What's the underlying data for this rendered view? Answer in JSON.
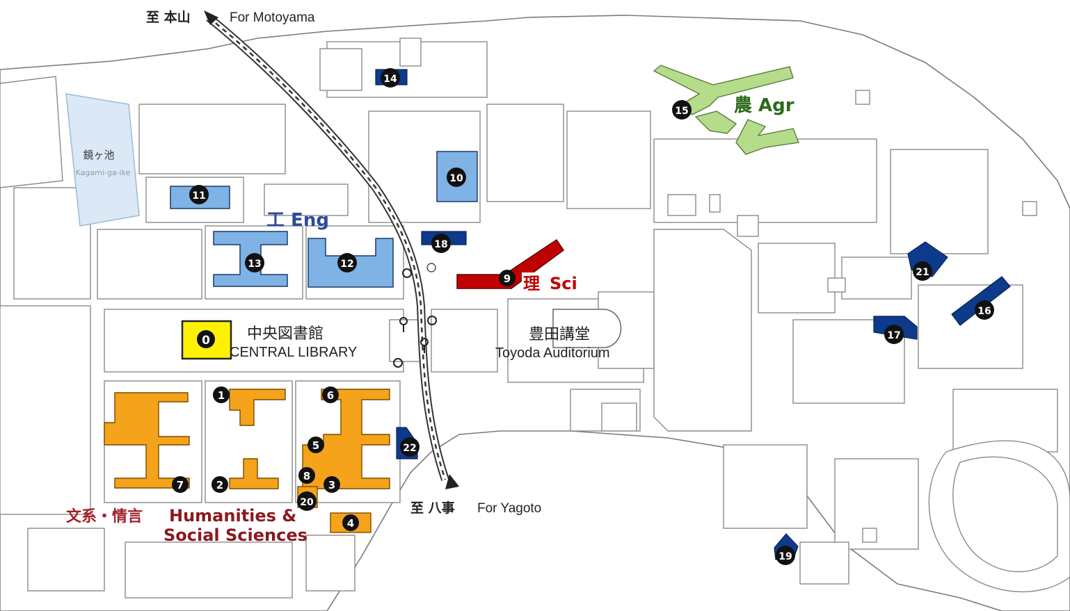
{
  "directions": {
    "north_jp": "至 本山",
    "north_en": "For Motoyama",
    "south_jp": "至 八事",
    "south_en": "For Yagoto"
  },
  "pond": {
    "jp": "鏡ヶ池",
    "en": "Kagami-ga-ike"
  },
  "areas": {
    "eng": "工  Eng",
    "sci_jp": "理",
    "sci_en": "Sci",
    "agr": "農  Agr",
    "hum_jp": "文系・情言",
    "hum_en_1": "Humanities &",
    "hum_en_2": "Social Sciences"
  },
  "library": {
    "jp": "中央図書館",
    "en": "CENTRAL LIBRARY"
  },
  "auditorium": {
    "jp": "豊田講堂",
    "en": "Toyoda Auditorium"
  },
  "markers": {
    "m0": "0",
    "m1": "1",
    "m2": "2",
    "m3": "3",
    "m4": "4",
    "m5": "5",
    "m6": "6",
    "m7": "7",
    "m8": "8",
    "m9": "9",
    "m10": "10",
    "m11": "11",
    "m12": "12",
    "m13": "13",
    "m14": "14",
    "m15": "15",
    "m16": "16",
    "m17": "17",
    "m18": "18",
    "m19": "19",
    "m20": "20",
    "m21": "21",
    "m22": "22"
  },
  "colors": {
    "engineering": "#7fb2e5",
    "science": "#c00000",
    "agriculture": "#b5dc8a",
    "humanities": "#f5a31a",
    "library": "#fff200",
    "navy": "#0e3a8c",
    "pond": "#dbe9f6"
  }
}
